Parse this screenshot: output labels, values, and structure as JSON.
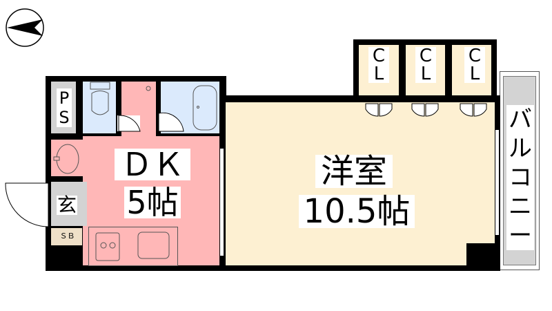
{
  "rooms": {
    "ps": "PS",
    "dk_name": "ＤＫ",
    "dk_size": "5帖",
    "western_name": "洋室",
    "western_size": "10.5帖",
    "genkan": "玄",
    "sb": "ＳＢ",
    "closets": [
      "CL",
      "CL",
      "CL"
    ],
    "balcony": "バルコニー"
  },
  "colors": {
    "wall": "#000000",
    "dk": "#ffb7b7",
    "wet": "#dbeafc",
    "western": "#fdf0d2",
    "genkan": "#d3d3d3",
    "sb": "#efe0c8",
    "balcony": "#d3d3d3"
  },
  "icons": [
    "compass-north-arrow-icon",
    "toilet-icon",
    "bathtub-icon",
    "washbasin-icon",
    "stove-icon",
    "sink-icon",
    "door-swing-icon"
  ]
}
